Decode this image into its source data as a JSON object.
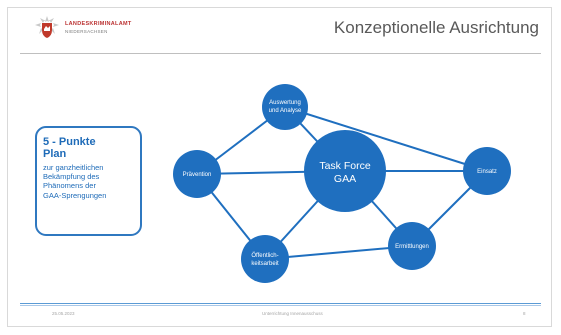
{
  "header": {
    "logo_line1": "LANDESKRIMINALAMT",
    "logo_line2": "NIEDERSACHSEN",
    "title": "Konzeptionelle Ausrichtung"
  },
  "info_box": {
    "heading_line1": "5 - Punkte",
    "heading_line2": "Plan",
    "text_lines": [
      "zur ganzheitlichen",
      "Bekämpfung des",
      "Phänomens der",
      "GAA-Sprengungen"
    ]
  },
  "diagram": {
    "center": {
      "line1": "Task Force",
      "line2": "GAA"
    },
    "nodes": {
      "auswertung": {
        "line1": "Auswertung",
        "line2": "und Analyse"
      },
      "praevention": {
        "line1": "Prävention",
        "line2": ""
      },
      "einsatz": {
        "line1": "Einsatz",
        "line2": ""
      },
      "oeffentlichkeit": {
        "line1": "Öffentlich-",
        "line2": "keitsarbeit"
      },
      "ermittlungen": {
        "line1": "Ermittlungen",
        "line2": ""
      }
    },
    "colors": {
      "node": "#1f6fbf",
      "line": "#1f6fbf"
    }
  },
  "footer": {
    "date": "25.05.2023",
    "center": "Unterrichtung Innenausschuss",
    "page": "8"
  }
}
